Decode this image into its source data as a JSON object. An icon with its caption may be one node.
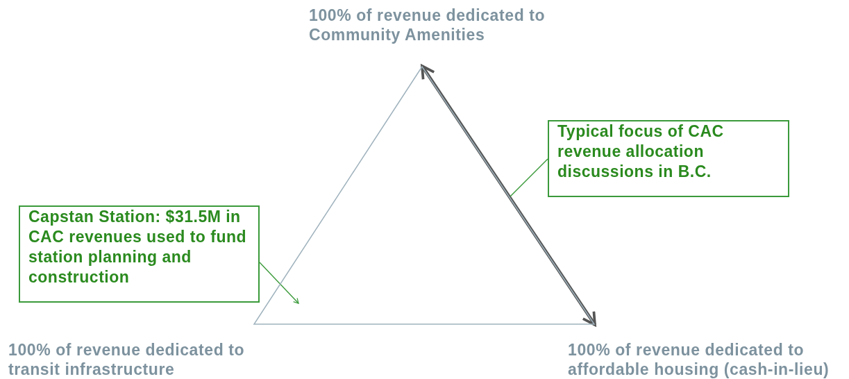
{
  "diagram": {
    "nodes": [
      {
        "text": [
          "100% of revenue dedicated to Community Amenities"
        ]
      },
      {
        "text": [
          "100% of revenue dedicated to transit infrastructure"
        ]
      },
      {
        "text": [
          "100% of revenue dedicated to affordable housing (cash-in-lieu)"
        ]
      },
      {
        "text": [
          "Capstan Station: $31.5M in CAC revenues used to fund station planning and construction"
        ]
      },
      {
        "text": [
          "Typical focus of CAC revenue allocation discussions in B.C."
        ]
      },
      {
        "text": [],
        "shape": "triangle"
      }
    ],
    "edges": [
      {
        "from": 0,
        "to": 2,
        "arrow": "both",
        "style": "thick",
        "color": "#555555"
      },
      {
        "from": 3,
        "to": 5,
        "arrow": "to",
        "color": "#3a9a3a"
      },
      {
        "from": 4,
        "to": 5,
        "arrow": "none",
        "color": "#3a9a3a"
      }
    ]
  }
}
